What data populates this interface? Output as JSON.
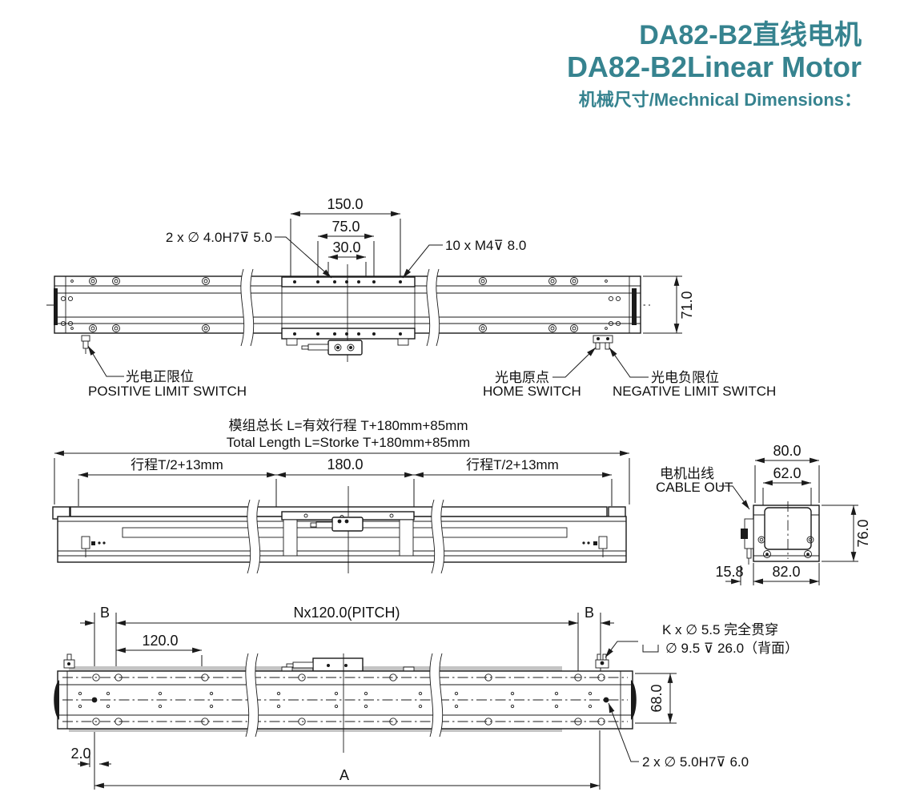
{
  "header": {
    "title_zh": "DA82-B2直线电机",
    "title_en": "DA82-B2Linear Motor",
    "subtitle": "机械尺寸/Mechnical Dimensions：",
    "accent_color": "#36838F"
  },
  "top_view": {
    "dim_150": "150.0",
    "dim_75": "75.0",
    "dim_30": "30.0",
    "dim_height": "71.0",
    "label_dowel": "2 x ∅ 4.0H7⊽ 5.0",
    "label_tap": "10 x M4⊽ 8.0",
    "positive_limit_zh": "光电正限位",
    "positive_limit_en": "POSITIVE LIMIT SWITCH",
    "home_zh": "光电原点",
    "home_en": "HOME  SWITCH",
    "negative_limit_zh": "光电负限位",
    "negative_limit_en": "NEGATIVE LIMIT SWITCH"
  },
  "front_view": {
    "total_length_zh": "模组总长 L=有效行程 T+180mm+85mm",
    "total_length_en": "Total Length L=Storke T+180mm+85mm",
    "stroke_left": "行程T/2+13mm",
    "dim_center": "180.0",
    "stroke_right": "行程T/2+13mm"
  },
  "side_view": {
    "dim_80": "80.0",
    "dim_62": "62.0",
    "dim_76": "76.0",
    "dim_158": "15.8",
    "dim_82": "82.0",
    "cable_out_zh": "电机出线",
    "cable_out_en": "CABLE OUT"
  },
  "bottom_view": {
    "dim_b_left": "B",
    "dim_b_right": "B",
    "dim_pitch": "Nx120.0(PITCH)",
    "dim_120": "120.0",
    "label_k_line1": "K x ∅ 5.5 完全贯穿",
    "label_k_line2": "∅ 9.5 ⊽ 26.0（背面）",
    "dim_68": "68.0",
    "dim_2": "2.0",
    "dim_a": "A",
    "label_dowel": "2 x ∅ 5.0H7⊽ 6.0"
  }
}
